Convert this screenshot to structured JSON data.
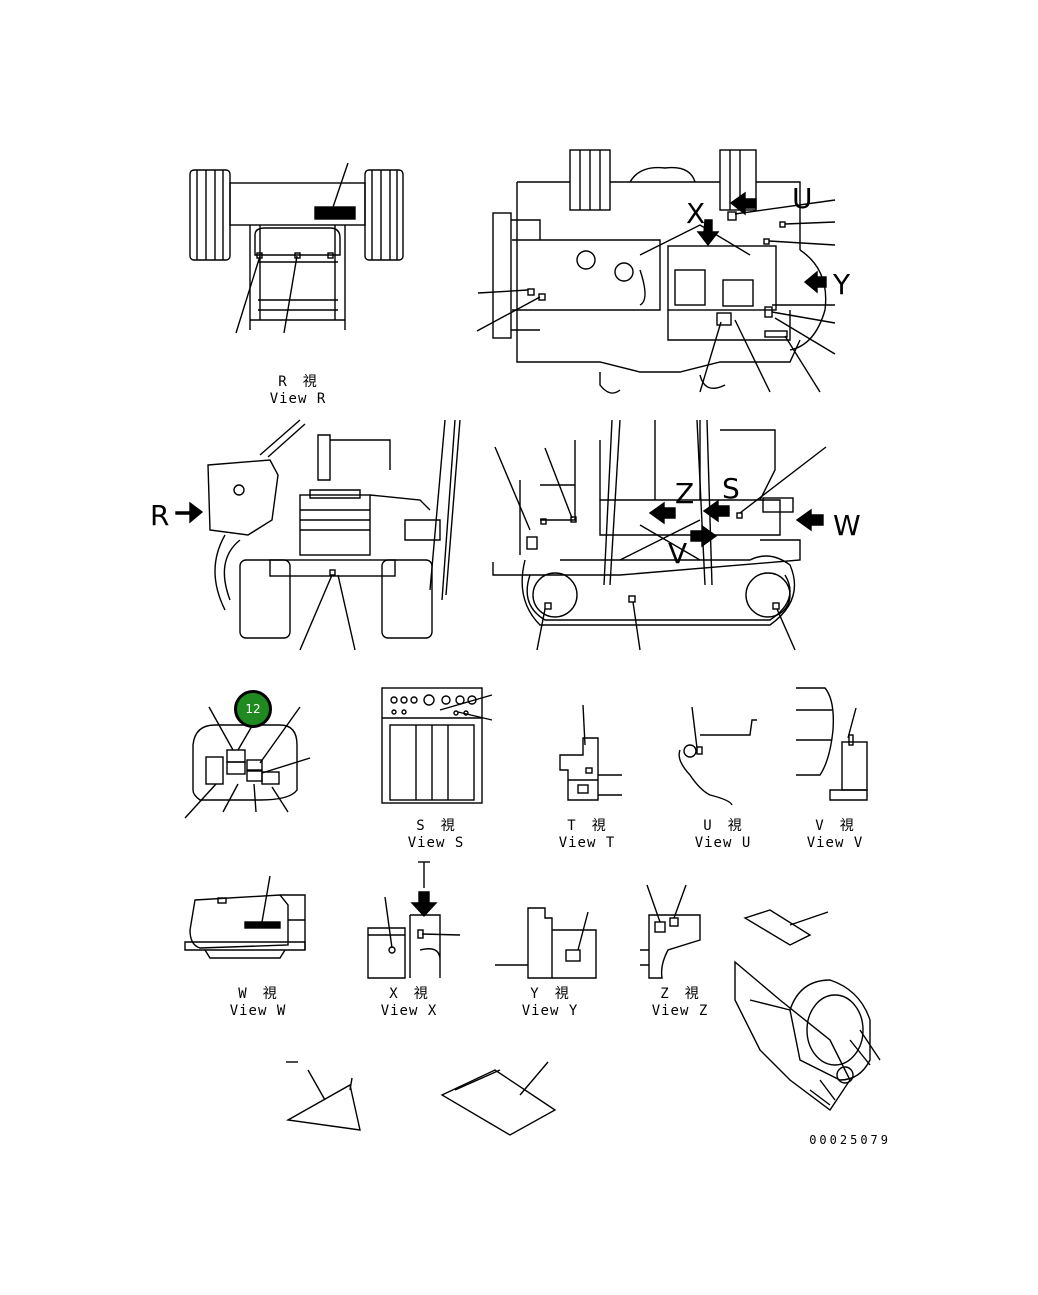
{
  "views": {
    "R": {
      "jp": "R　視",
      "en": "View R"
    },
    "S": {
      "jp": "S　視",
      "en": "View S"
    },
    "T": {
      "jp": "T　視",
      "en": "View T"
    },
    "U": {
      "jp": "U　視",
      "en": "View U"
    },
    "V": {
      "jp": "V　視",
      "en": "View V"
    },
    "W": {
      "jp": "W　視",
      "en": "View W"
    },
    "X": {
      "jp": "X　視",
      "en": "View X"
    },
    "Y": {
      "jp": "Y　視",
      "en": "View Y"
    },
    "Z": {
      "jp": "Z　視",
      "en": "View Z"
    }
  },
  "arrow_letters": {
    "R": "R",
    "W": "W",
    "X": "X",
    "Y": "Y",
    "U": "U",
    "Z": "Z",
    "S": "S",
    "V": "V"
  },
  "callout": {
    "number": "12",
    "color": "#1f8a1f"
  },
  "drawing_number": "00025079"
}
